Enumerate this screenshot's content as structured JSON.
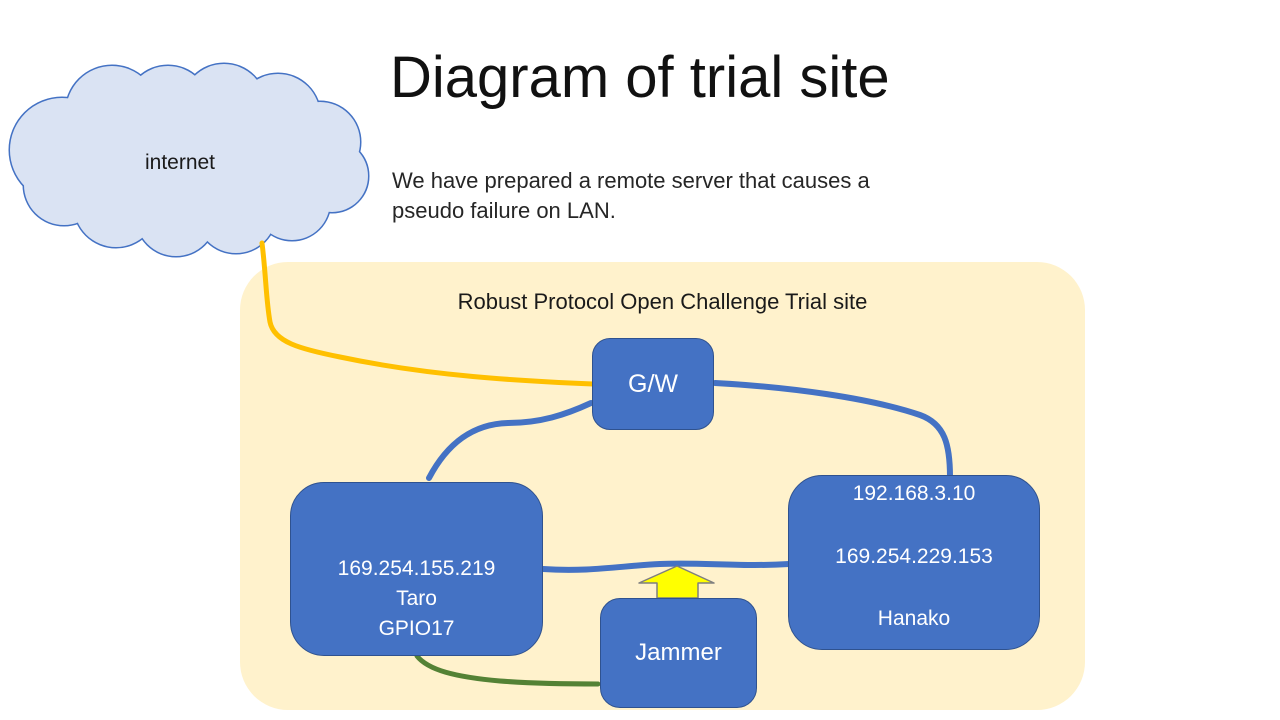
{
  "slide": {
    "title": "Diagram of trial site",
    "subtitle": "We have prepared a remote server that causes a\npseudo failure on LAN."
  },
  "cloud": {
    "label": "internet"
  },
  "trial_site": {
    "label": "Robust Protocol Open Challenge Trial site",
    "nodes": {
      "gw": {
        "label": "G/W"
      },
      "taro": {
        "lines": [
          "169.254.155.219",
          "Taro",
          "GPIO17"
        ]
      },
      "hanako": {
        "lines": [
          "192.168.3.10",
          "169.254.229.153",
          "Hanako"
        ]
      },
      "jammer": {
        "label": "Jammer"
      }
    }
  },
  "connections": [
    {
      "name": "internet-to-gw",
      "color": "#FFC000"
    },
    {
      "name": "gw-to-taro",
      "color": "#4472C4"
    },
    {
      "name": "gw-to-hanako",
      "color": "#4472C4"
    },
    {
      "name": "taro-to-hanako",
      "color": "#4472C4"
    },
    {
      "name": "taro-to-jammer",
      "color": "#548235"
    },
    {
      "name": "jammer-arrow",
      "color": "#FFFF00"
    }
  ],
  "colors": {
    "node_fill": "#4472C4",
    "node_border": "#2F528F",
    "container_fill": "#FFF2CC",
    "cloud_fill": "#DAE3F3",
    "cloud_border": "#4472C4",
    "internet_line": "#FFC000",
    "lan_line": "#4472C4",
    "jammer_line": "#548235",
    "arrow_fill": "#FFFF00",
    "arrow_border": "#7F7F7F"
  }
}
